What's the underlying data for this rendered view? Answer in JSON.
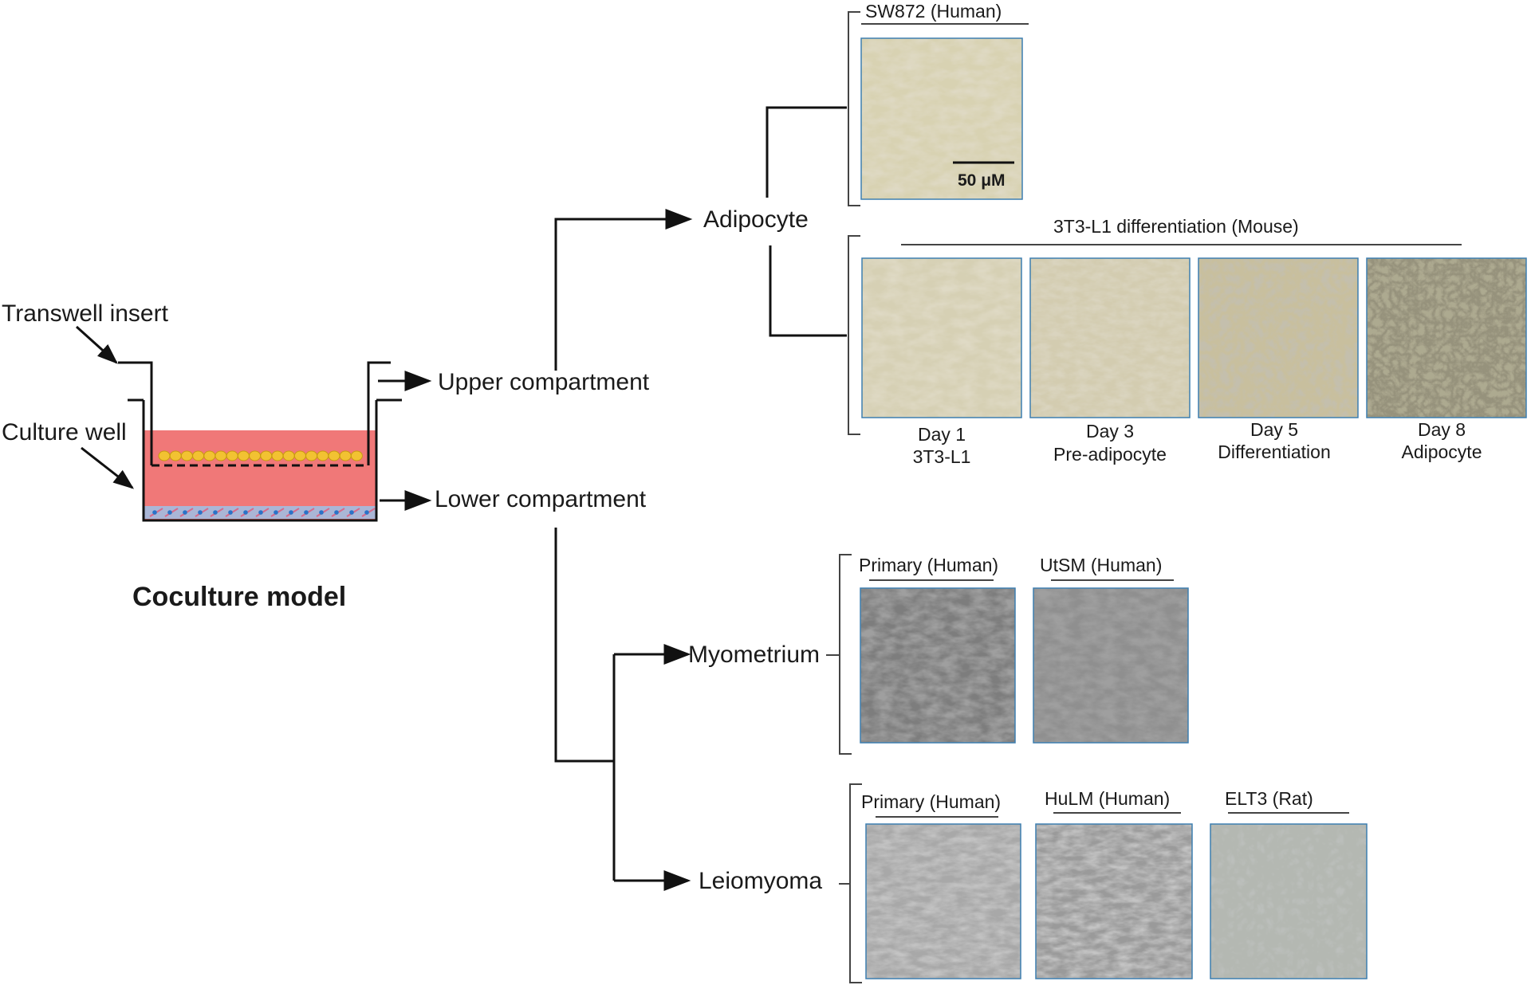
{
  "model": {
    "title": "Coculture model",
    "transwell_label": "Transwell insert",
    "well_label": "Culture well",
    "upper_label": "Upper compartment",
    "lower_label": "Lower compartment",
    "medium_color": "#f07878",
    "upper_cell_color": "#f2c232",
    "lower_cell_color": "#2b73c7"
  },
  "adipocyte": {
    "label": "Adipocyte",
    "sw872_label": "SW872 (Human)",
    "scale_bar": "50 μM",
    "diff_title": "3T3-L1 differentiation (Mouse)",
    "days": [
      {
        "line1": "Day 1",
        "line2": "3T3-L1"
      },
      {
        "line1": "Day 3",
        "line2": "Pre-adipocyte"
      },
      {
        "line1": "Day 5",
        "line2": "Differentiation"
      },
      {
        "line1": "Day 8",
        "line2": "Adipocyte"
      }
    ]
  },
  "myometrium": {
    "label": "Myometrium",
    "panels": [
      "Primary (Human)",
      "UtSM (Human)"
    ]
  },
  "leiomyoma": {
    "label": "Leiomyoma",
    "panels": [
      "Primary (Human)",
      "HuLM (Human)",
      "ELT3 (Rat)"
    ]
  }
}
